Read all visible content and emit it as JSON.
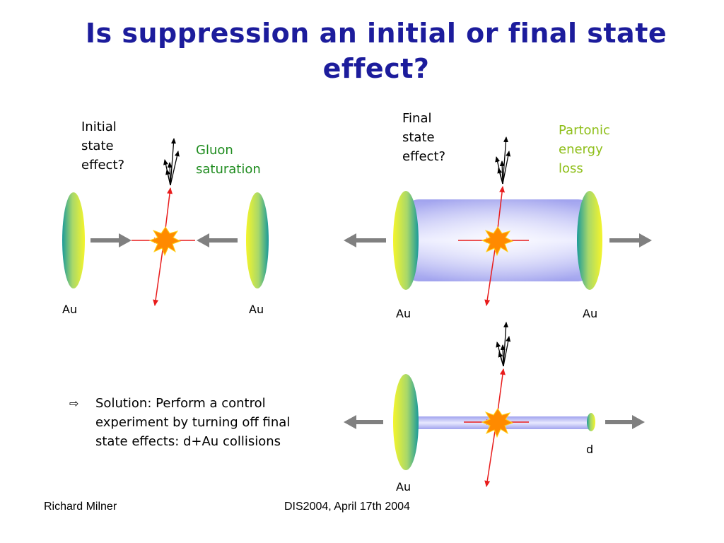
{
  "slide": {
    "title_lines": [
      "Is suppression an initial or final state",
      "effect?"
    ],
    "initial_label_lines": [
      "Initial",
      "state",
      "effect?"
    ],
    "gluon_label_lines": [
      "Gluon",
      "saturation"
    ],
    "final_label_lines": [
      "Final",
      "state",
      "effect?"
    ],
    "partonic_label_lines": [
      "Partonic",
      "energy",
      "loss"
    ],
    "nucleus_label": "Au",
    "deuteron_label": "d",
    "bullet_icon": "⇨",
    "bullet_lines": [
      "Solution: Perform a control",
      "experiment by turning off final",
      "state effects: d+Au collisions"
    ],
    "footer_left": "Richard Milner",
    "footer_center": "DIS2004, April 17th 2004"
  },
  "colors": {
    "title": "#1c1c9c",
    "gluon": "#1f8c1f",
    "partonic": "#8fbf1a",
    "particle_track": "#e81c1c",
    "beam_arrow": "#808080",
    "medium": "#a8aaf0",
    "nucleus_edge": "#1a9a9a",
    "nucleus_center": "#f5f52a",
    "collision_burst": "#ff8a00"
  }
}
